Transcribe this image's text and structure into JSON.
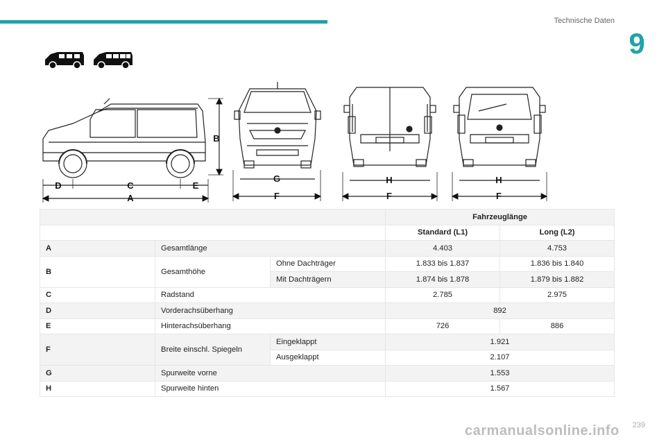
{
  "header": {
    "section_title": "Technische Daten",
    "chapter": "9"
  },
  "diagram_labels": {
    "A": "A",
    "B": "B",
    "C": "C",
    "D": "D",
    "E": "E",
    "F": "F",
    "G": "G",
    "H": "H"
  },
  "table": {
    "group_header": "Fahrzeuglänge",
    "col_l1": "Standard (L1)",
    "col_l2": "Long (L2)",
    "rows": {
      "a": {
        "code": "A",
        "label": "Gesamtlänge",
        "l1": "4.403",
        "l2": "4.753"
      },
      "b1": {
        "code": "B",
        "label": "Gesamthöhe",
        "sub": "Ohne Dachträger",
        "l1": "1.833 bis 1.837",
        "l2": "1.836 bis 1.840"
      },
      "b2": {
        "sub": "Mit Dachträgern",
        "l1": "1.874 bis 1.878",
        "l2": "1.879 bis 1.882"
      },
      "c": {
        "code": "C",
        "label": "Radstand",
        "l1": "2.785",
        "l2": "2.975"
      },
      "d": {
        "code": "D",
        "label": "Vorderachsüberhang",
        "both": "892"
      },
      "e": {
        "code": "E",
        "label": "Hinterachsüberhang",
        "l1": "726",
        "l2": "886"
      },
      "f1": {
        "code": "F",
        "label": "Breite einschl. Spiegeln",
        "sub": "Eingeklappt",
        "both": "1.921"
      },
      "f2": {
        "sub": "Ausgeklappt",
        "both": "2.107"
      },
      "g": {
        "code": "G",
        "label": "Spurweite vorne",
        "both": "1.553"
      },
      "h": {
        "code": "H",
        "label": "Spurweite hinten",
        "both": "1.567"
      }
    }
  },
  "footer": {
    "page_number": "239",
    "watermark": "carmanualsonline.info"
  }
}
